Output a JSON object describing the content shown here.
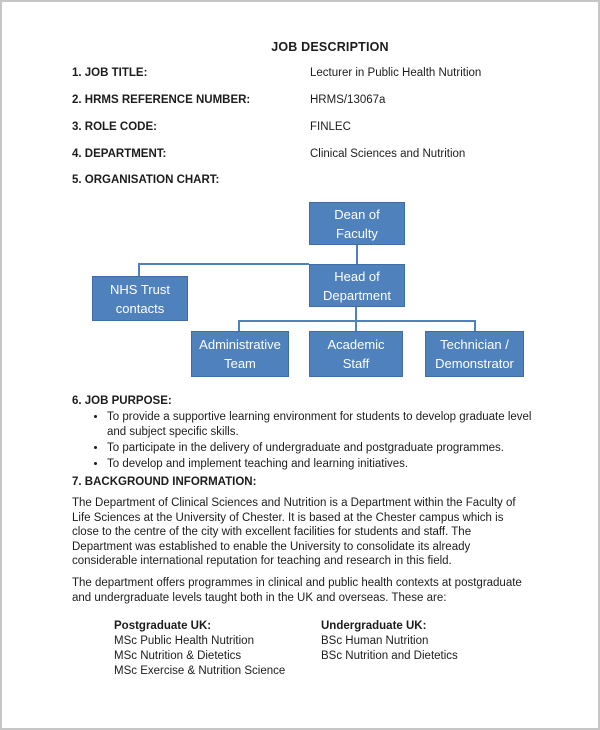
{
  "title": "JOB DESCRIPTION",
  "fields": [
    {
      "label": "1. JOB TITLE:",
      "value": "Lecturer in Public Health Nutrition"
    },
    {
      "label": "2. HRMS REFERENCE NUMBER:",
      "value": "HRMS/13067a"
    },
    {
      "label": "3. ROLE CODE:",
      "value": "FINLEC"
    },
    {
      "label": "4. DEPARTMENT:",
      "value": "Clinical Sciences and Nutrition"
    }
  ],
  "org_chart": {
    "heading": "5. ORGANISATION CHART:",
    "nodes": {
      "dean": "Dean of\nFaculty",
      "head": "Head of\nDepartment",
      "nhs": "NHS Trust\ncontacts",
      "admin": "Administrative\nTeam",
      "academic": "Academic\nStaff",
      "technician": "Technician /\nDemonstrator"
    },
    "colors": {
      "node_fill": "#4f81bd",
      "node_border": "#3f6da5",
      "node_text": "#ffffff",
      "connector": "#4f81bd"
    }
  },
  "job_purpose": {
    "heading": "6. JOB PURPOSE:",
    "bullets": [
      "To provide a supportive learning environment for students to develop graduate level and subject specific skills.",
      "To participate in the delivery of undergraduate and postgraduate programmes.",
      "To develop and implement teaching and learning initiatives."
    ]
  },
  "background": {
    "heading": "7. BACKGROUND INFORMATION:",
    "paragraphs": [
      "The Department of Clinical Sciences and Nutrition is a Department within the Faculty of Life Sciences at the University of Chester. It is based at the Chester campus which is close to the centre of the city with excellent facilities for students and staff.   The Department was established to enable the University to consolidate its already considerable international reputation for teaching and research in this field.",
      "The department offers programmes in clinical and public health contexts at postgraduate and undergraduate levels taught both in the UK and overseas. These are:"
    ],
    "programmes": {
      "postgraduate": {
        "heading": "Postgraduate UK:",
        "items": [
          "MSc Public Health Nutrition",
          "MSc Nutrition & Dietetics",
          "MSc Exercise & Nutrition Science"
        ]
      },
      "undergraduate": {
        "heading": "Undergraduate UK:",
        "items": [
          "BSc Human Nutrition",
          "BSc Nutrition and Dietetics"
        ]
      }
    }
  }
}
